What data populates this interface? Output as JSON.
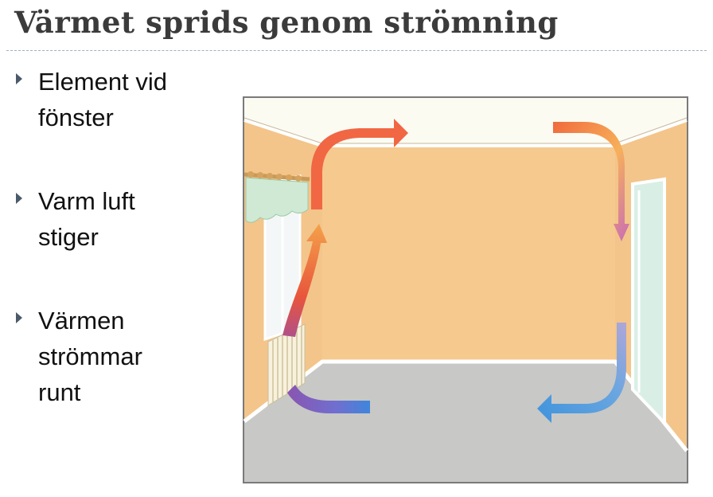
{
  "slide": {
    "title": "Värmet sprids genom strömning",
    "bullets": [
      {
        "text": "Element vid\nfönster"
      },
      {
        "text": "Varm luft\nstiger"
      },
      {
        "text": "Värmen\nströmmar\nrunt"
      }
    ]
  },
  "figure": {
    "colors": {
      "wall": "#f6c98f",
      "floor": "#c9c9c7",
      "ceiling": "#fbfbf2",
      "warm_arrow": "#f0603a",
      "cool_arrow": "#4d9fe0"
    }
  }
}
